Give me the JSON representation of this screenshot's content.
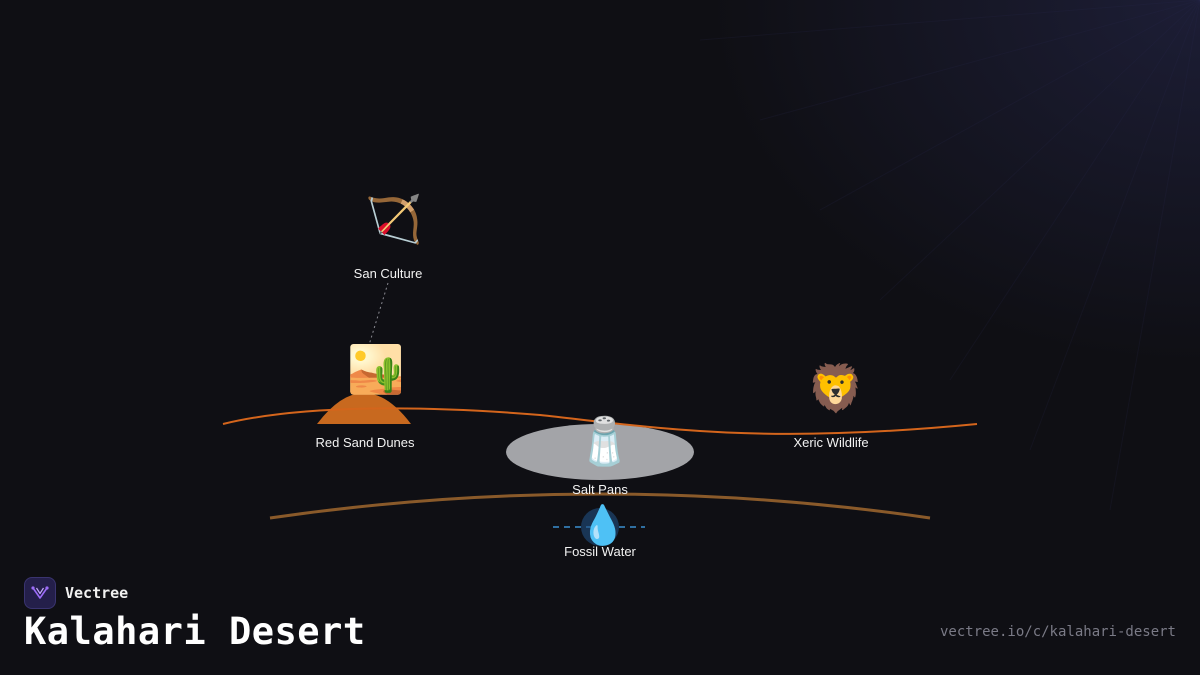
{
  "brand": {
    "name": "Vectree",
    "logo_icon": "vectree-fork-icon"
  },
  "page": {
    "title": "Kalahari Desert",
    "url": "vectree.io/c/kalahari-desert"
  },
  "colors": {
    "background": "#0f0f14",
    "surface_line": "#d4651c",
    "deep_line": "#8a5a2a",
    "dune": "#c8691f",
    "salt_pan": "#a3a4a8",
    "water_dash": "#3a8fd0",
    "connector": "#8a8a92",
    "brand_accent": "#8b5cf6"
  },
  "nodes": {
    "san_culture": {
      "label": "San Culture",
      "icon": "bow-and-arrow-icon",
      "glyph": "🏹"
    },
    "red_sand_dunes": {
      "label": "Red Sand Dunes",
      "icon": "desert-icon",
      "glyph": "🏜️"
    },
    "salt_pans": {
      "label": "Salt Pans",
      "icon": "salt-shaker-icon",
      "glyph": "🧂"
    },
    "xeric_wildlife": {
      "label": "Xeric Wildlife",
      "icon": "lion-icon",
      "glyph": "🦁"
    },
    "fossil_water": {
      "label": "Fossil Water",
      "icon": "water-droplet-icon",
      "glyph": "💧"
    }
  }
}
